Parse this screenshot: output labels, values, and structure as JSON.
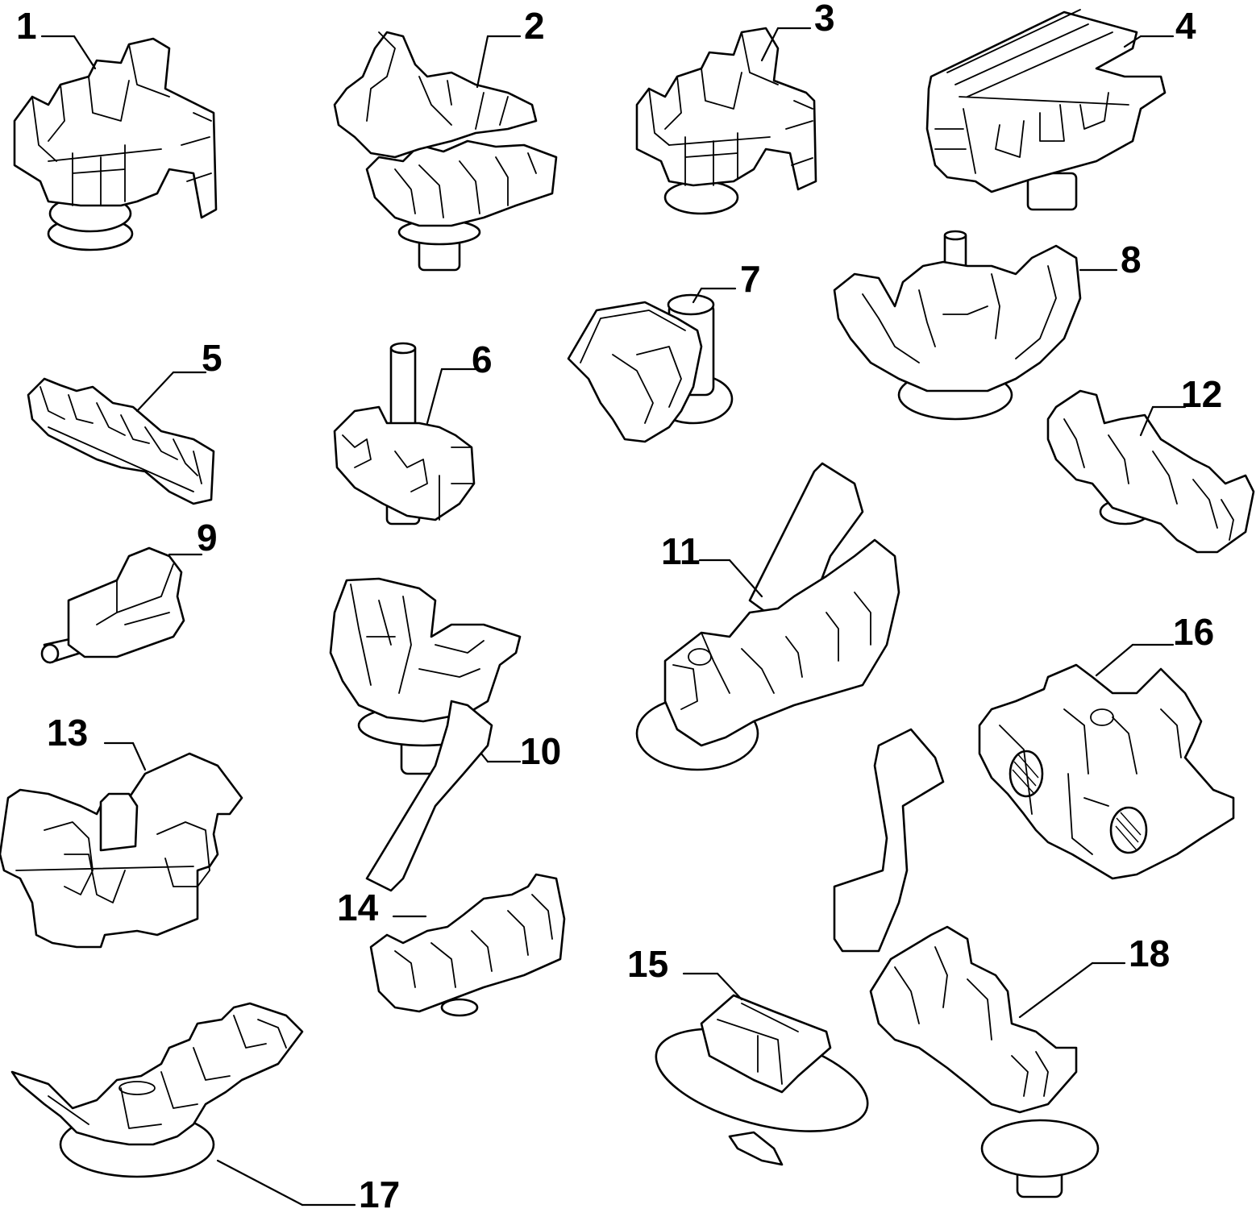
{
  "diagram": {
    "callouts": [
      {
        "id": 1,
        "label": "1"
      },
      {
        "id": 2,
        "label": "2"
      },
      {
        "id": 3,
        "label": "3"
      },
      {
        "id": 4,
        "label": "4"
      },
      {
        "id": 5,
        "label": "5"
      },
      {
        "id": 6,
        "label": "6"
      },
      {
        "id": 7,
        "label": "7"
      },
      {
        "id": 8,
        "label": "8"
      },
      {
        "id": 9,
        "label": "9"
      },
      {
        "id": 10,
        "label": "10"
      },
      {
        "id": 11,
        "label": "11"
      },
      {
        "id": 12,
        "label": "12"
      },
      {
        "id": 13,
        "label": "13"
      },
      {
        "id": 14,
        "label": "14"
      },
      {
        "id": 15,
        "label": "15"
      },
      {
        "id": 16,
        "label": "16"
      },
      {
        "id": 17,
        "label": "17"
      },
      {
        "id": 18,
        "label": "18"
      }
    ]
  }
}
